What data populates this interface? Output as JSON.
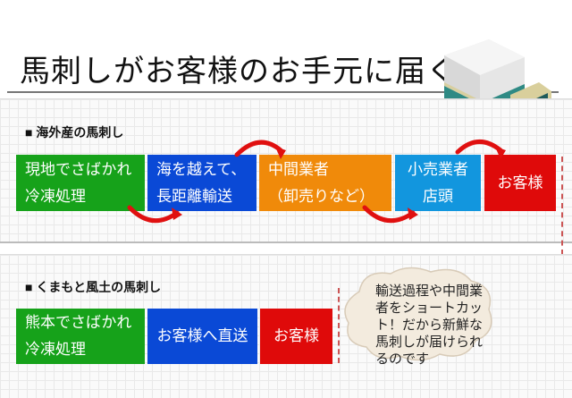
{
  "title": "馬刺しがお客様のお手元に届くまで",
  "overseas": {
    "heading": "■ 海外産の馬刺し",
    "steps": [
      {
        "line1": "現地でさばかれ",
        "line2": "冷凍処理",
        "color": "#16a21a"
      },
      {
        "line1": "海を越えて、",
        "line2": "長距離輸送",
        "color": "#0a49d6"
      },
      {
        "line1": "中間業者",
        "line2": "（卸売りなど）",
        "color": "#f08a0a"
      },
      {
        "line1": "小売業者",
        "line2": "店頭",
        "color": "#1296de"
      },
      {
        "line1": "お客様",
        "color": "#df0a0a"
      }
    ]
  },
  "kumamoto": {
    "heading": "■ くまもと風土の馬刺し",
    "steps": [
      {
        "line1": "熊本でさばかれ",
        "line2": "冷凍処理",
        "color": "#16a21a"
      },
      {
        "line1": "お客様へ直送",
        "color": "#0a49d6"
      },
      {
        "line1": "お客様",
        "color": "#df0a0a"
      }
    ]
  },
  "bubble": "輸送過程や中間業者をショートカット！だから新鮮な馬刺しが届けられるのです",
  "icons": [
    "truck-icon",
    "arrow-icon",
    "cloud-bubble"
  ]
}
